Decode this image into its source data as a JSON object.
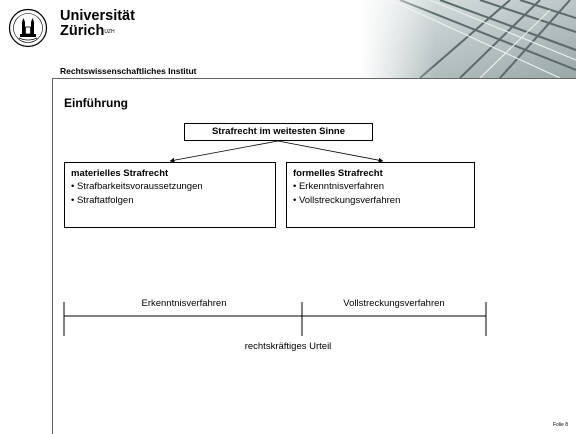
{
  "header": {
    "university_line1": "Universität",
    "university_line2": "Zürich",
    "university_sup": "UZH",
    "institute": "Rechtswissenschaftliches Institut",
    "seal_icon": "university-seal-icon",
    "photo_icon": "architecture-photo-icon"
  },
  "slide": {
    "title": "Einführung",
    "root_box": "Strafrecht im weitesten Sinne",
    "left_box": {
      "title": "materielles Strafrecht",
      "items": [
        "• Strafbarkeitsvoraussetzungen",
        "• Straftatfolgen"
      ]
    },
    "right_box": {
      "title": "formelles Strafrecht",
      "items": [
        "• Erkenntnisverfahren",
        "• Vollstreckungsverfahren"
      ]
    },
    "timeline": {
      "left_label": "Erkenntnisverfahren",
      "right_label": "Vollstreckungsverfahren",
      "caption": "rechtskräftiges Urteil"
    },
    "slide_number": "Folie 8"
  }
}
